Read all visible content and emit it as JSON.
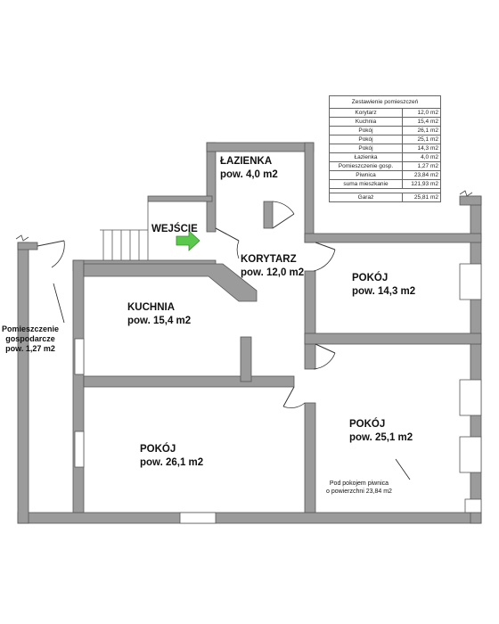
{
  "rooms": {
    "lazienka": {
      "name": "ŁAZIENKA",
      "area": "pow. 4,0 m2"
    },
    "korytarz": {
      "name": "KORYTARZ",
      "area": "pow. 12,0 m2"
    },
    "kuchnia": {
      "name": "KUCHNIA",
      "area": "pow. 15,4 m2"
    },
    "pokoj_small": {
      "name": "POKÓJ",
      "area": "pow. 14,3 m2"
    },
    "pokoj_left": {
      "name": "POKÓJ",
      "area": "pow. 26,1 m2"
    },
    "pokoj_right": {
      "name": "POKÓJ",
      "area": "pow. 25,1 m2"
    }
  },
  "entrance": {
    "label": "WEJŚCIE"
  },
  "utility_room": {
    "line1": "Pomieszczenie",
    "line2": "gospodarcze",
    "line3": "pow. 1,27 m2"
  },
  "basement_note": {
    "line1": "Pod pokojem piwnica",
    "line2": "o powierzchni 23,84 m2"
  },
  "summary": {
    "caption": "Zestawienie pomieszczeń",
    "rows": [
      {
        "name": "Korytarz",
        "value": "12,0 m2"
      },
      {
        "name": "Kuchnia",
        "value": "15,4 m2"
      },
      {
        "name": "Pokój",
        "value": "26,1 m2"
      },
      {
        "name": "Pokój",
        "value": "25,1 m2"
      },
      {
        "name": "Pokój",
        "value": "14,3 m2"
      },
      {
        "name": "Łazienka",
        "value": "4,0 m2"
      },
      {
        "name": "Pomieszczenie gosp.",
        "value": "1,27 m2"
      },
      {
        "name": "Piwnica",
        "value": "23,84 m2"
      },
      {
        "name": "suma mieszkanie",
        "value": "121,93 m2"
      }
    ],
    "garage": {
      "name": "Garaż",
      "value": "25,81 m2"
    }
  },
  "colors": {
    "wall": "#9b9b9b",
    "arrow": "#5ac84a"
  },
  "icons": {
    "entrance_arrow": "green-arrow-right"
  }
}
